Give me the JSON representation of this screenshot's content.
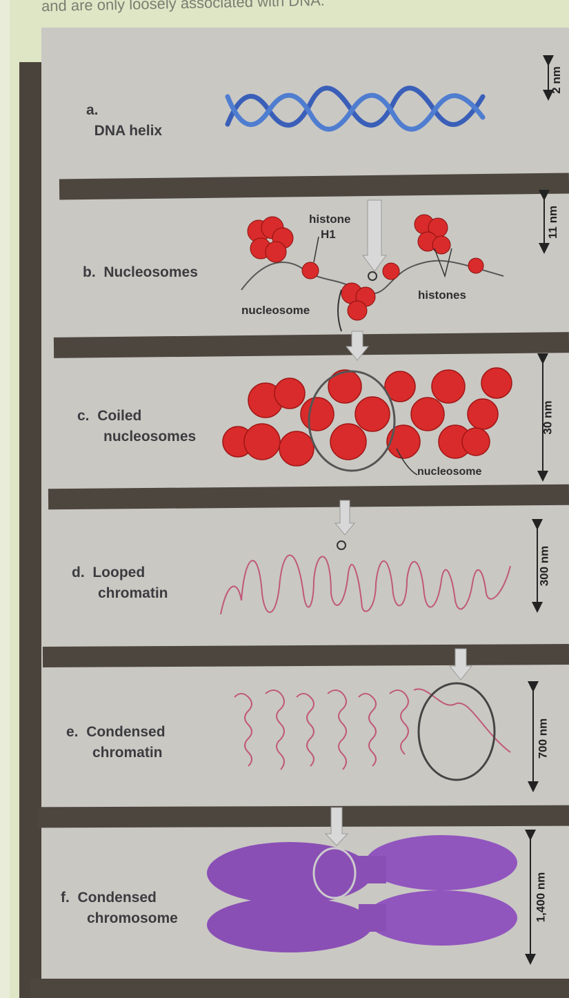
{
  "caption": "and are only loosely associated with DNA.",
  "stages": [
    {
      "letter": "a.",
      "line1": "DNA helix",
      "line2": "",
      "scale": "2 nm"
    },
    {
      "letter": "b.",
      "line1": "Nucleosomes",
      "line2": "",
      "scale": "11 nm"
    },
    {
      "letter": "c.",
      "line1": "Coiled",
      "line2": "nucleosomes",
      "scale": "30 nm"
    },
    {
      "letter": "d.",
      "line1": "Looped",
      "line2": "chromatin",
      "scale": "300 nm"
    },
    {
      "letter": "e.",
      "line1": "Condensed",
      "line2": "chromatin",
      "scale": "700 nm"
    },
    {
      "letter": "f.",
      "line1": "Condensed",
      "line2": "chromosome",
      "scale": "1,400 nm"
    }
  ],
  "annotations": {
    "histone": "histone",
    "h1": "H1",
    "histones": "histones",
    "nucleosome_b": "nucleosome",
    "nucleosome_c": "nucleosome"
  },
  "colors": {
    "dna": "#3a5fb8",
    "nucleosome": "#d92b2b",
    "chromatin": "#c05878",
    "chromosome": "#8a4fb5",
    "divider": "#4d463e",
    "panel": "#c9c8c3"
  }
}
